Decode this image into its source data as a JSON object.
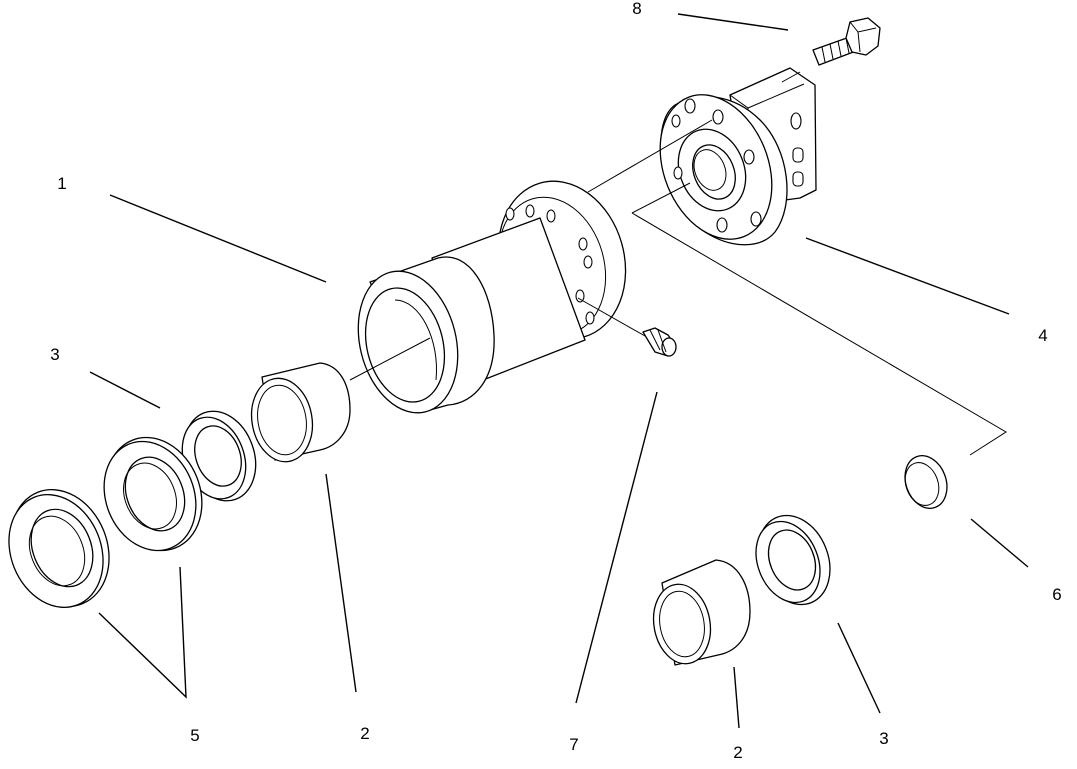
{
  "callouts": [
    {
      "id": "c1",
      "label": "1"
    },
    {
      "id": "c2a",
      "label": "2"
    },
    {
      "id": "c2b",
      "label": "2"
    },
    {
      "id": "c3a",
      "label": "3"
    },
    {
      "id": "c3b",
      "label": "3"
    },
    {
      "id": "c4",
      "label": "4"
    },
    {
      "id": "c5",
      "label": "5"
    },
    {
      "id": "c6",
      "label": "6"
    },
    {
      "id": "c7",
      "label": "7"
    },
    {
      "id": "c8",
      "label": "8"
    }
  ]
}
